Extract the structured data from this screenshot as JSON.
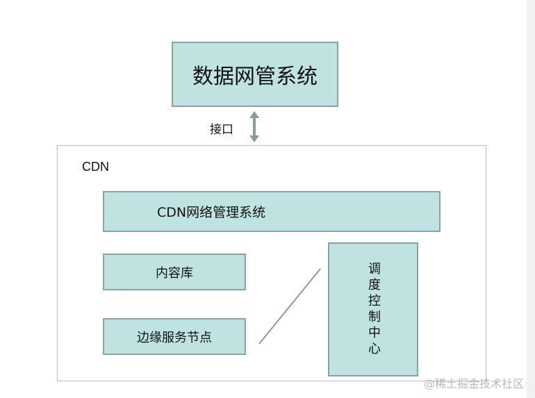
{
  "diagram": {
    "top_system": "数据网管系统",
    "interface_label": "接口",
    "cdn_container_label": "CDN",
    "cdn_management": "CDN网络管理系统",
    "content_library": "内容库",
    "edge_nodes": "边缘服务节点",
    "dispatch_center": "调度控制中心"
  },
  "watermark": "@稀土掘金技术社区",
  "colors": {
    "box_fill": "#bfe3e1",
    "box_border": "#8aa2a3",
    "container_border": "#b9b9b9",
    "arrow": "#8c9a9a"
  }
}
